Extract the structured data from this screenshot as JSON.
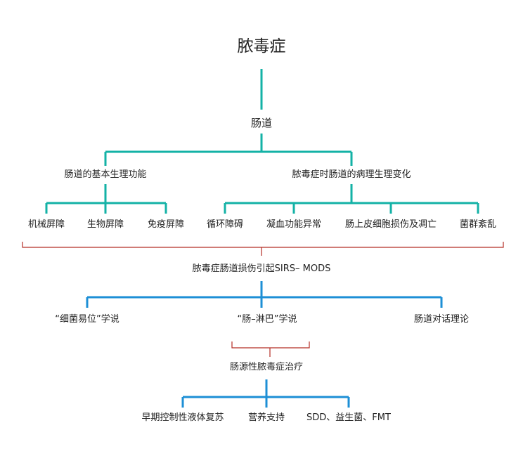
{
  "root": "脓毒症",
  "gut": "肠道",
  "branches": {
    "physiology": "肠道的基本生理功能",
    "pathology": "脓毒症时肠道的病理生理变化"
  },
  "barriers": [
    "机械屏障",
    "生物屏障",
    "免疫屏障"
  ],
  "changes": [
    "循环障碍",
    "凝血功能异常",
    "肠上皮细胞损伤及凋亡",
    "菌群紊乱"
  ],
  "summary": "脓毒症肠道损伤引起SIRS– MODS",
  "theories": [
    "“细菌易位”学说",
    "“肠–淋巴”学说",
    "肠道对话理论"
  ],
  "treatment": "肠源性脓毒症治疗",
  "therapies": [
    "早期控制性液体复苏",
    "营养支持",
    "SDD、益生菌、FMT"
  ],
  "colors": {
    "teal": "#13b2a6",
    "blue": "#1d8fd6",
    "red": "#b52d25",
    "text": "#222222"
  }
}
